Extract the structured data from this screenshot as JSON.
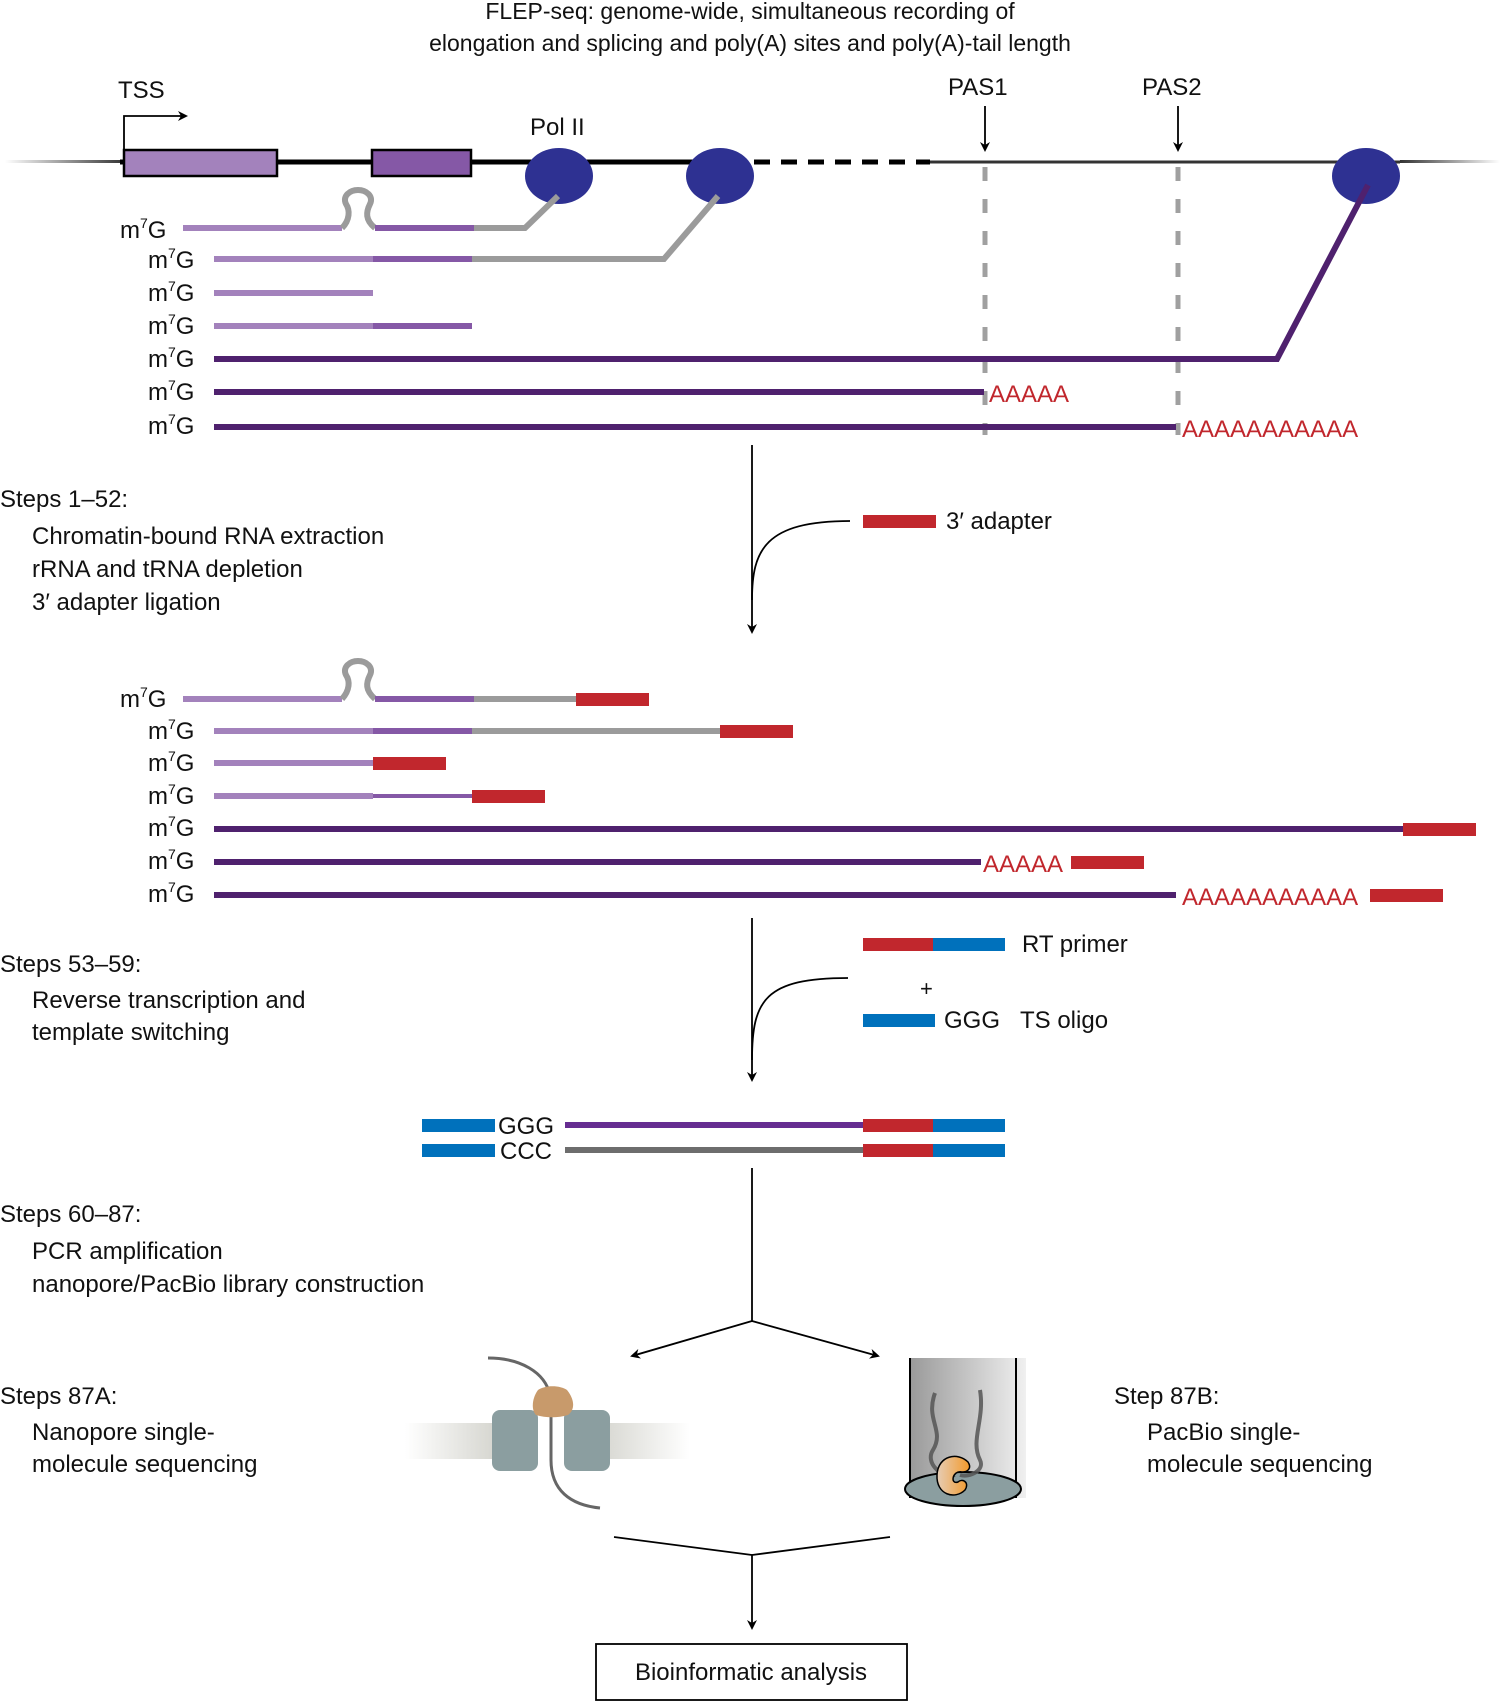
{
  "title": {
    "line1": "FLEP-seq: genome-wide, simultaneous recording of",
    "line2": "elongation and splicing and poly(A) sites and poly(A)-tail length"
  },
  "gene_model": {
    "tss_label": "TSS",
    "pol2_label": "Pol II",
    "pas1_label": "PAS1",
    "pas2_label": "PAS2"
  },
  "cap_label": "m7G",
  "cap_base": "m",
  "cap_sup": "7",
  "cap_tail": "G",
  "polya_short": "AAAAA",
  "polya_long": "AAAAAAAAAAA",
  "step1": {
    "heading": "Steps 1–52:",
    "lines": [
      "Chromatin-bound RNA extraction",
      "rRNA and tRNA depletion",
      "3′ adapter ligation"
    ],
    "reagent": "3′ adapter"
  },
  "step2": {
    "heading": "Steps 53–59:",
    "lines": [
      "Reverse transcription and",
      "template switching"
    ],
    "reagent1": "RT primer",
    "plus": "+",
    "reagent2_seq": "GGG",
    "reagent2": "TS oligo"
  },
  "cdna": {
    "top_seq": "GGG",
    "bottom_seq": "CCC"
  },
  "step3": {
    "heading": "Steps 60–87:",
    "lines": [
      "PCR amplification",
      "nanopore/PacBio library construction"
    ]
  },
  "step4a": {
    "heading": "Steps 87A:",
    "lines": [
      "Nanopore single-",
      "molecule sequencing"
    ]
  },
  "step4b": {
    "heading": "Step 87B:",
    "lines": [
      "PacBio single-",
      "molecule sequencing"
    ]
  },
  "final_box": "Bioinformatic analysis",
  "colors": {
    "exon1": "#a382bc",
    "exon2": "#8558a6",
    "mature": "#4f216e",
    "intron": "#9b9b9b",
    "pol2": "#2e3192",
    "adapter_red": "#c1272d",
    "oligo_blue": "#0071bc",
    "cdna_purple": "#662d91",
    "cdna_grey": "#6d6d6d"
  }
}
